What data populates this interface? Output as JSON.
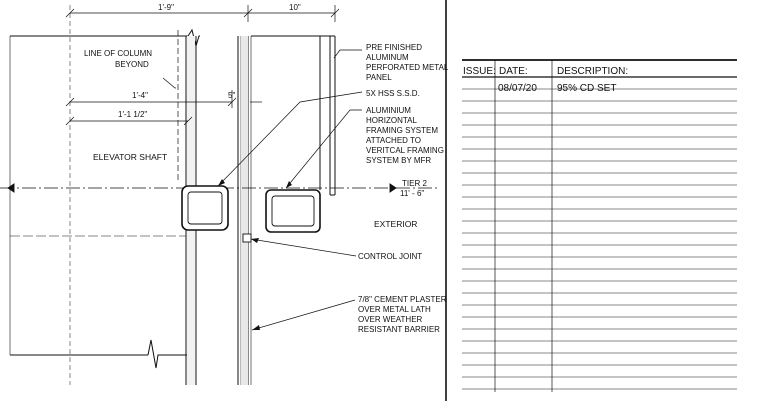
{
  "detail": {
    "dimensions": {
      "overall_width": "1'-9\"",
      "side_width": "10\"",
      "dim_1_4": "1'-4\"",
      "dim_5": "5\"",
      "dim_1_1_half": "1'-1 1/2\""
    },
    "labels": {
      "column_line_1": "LINE OF COLUMN",
      "column_line_2": "BEYOND",
      "elevator_shaft": "ELEVATOR SHAFT",
      "exterior": "EXTERIOR",
      "tier_name": "TIER 2",
      "tier_elev": "11' - 6\""
    },
    "notes": {
      "panel": [
        "PRE FINISHED",
        "ALUMINUM",
        "PERFORATED METAL",
        "PANEL"
      ],
      "hss": [
        "5X HSS S.S.D."
      ],
      "framing": [
        "ALUMINIUM",
        "HORIZONTAL",
        "FRAMING SYSTEM",
        "ATTACHED TO",
        "VERITCAL FRAMING",
        "SYSTEM BY MFR"
      ],
      "control_joint": [
        "CONTROL JOINT"
      ],
      "plaster": [
        "7/8\" CEMENT PLASTER",
        "OVER METAL LATH",
        "OVER WEATHER",
        "RESISTANT BARRIER"
      ]
    }
  },
  "revisions": {
    "headers": {
      "issue": "ISSUE:",
      "date": "DATE:",
      "description": "DESCRIPTION:"
    },
    "rows": [
      {
        "issue": "",
        "date": "08/07/20",
        "description": "95% CD SET"
      }
    ]
  }
}
